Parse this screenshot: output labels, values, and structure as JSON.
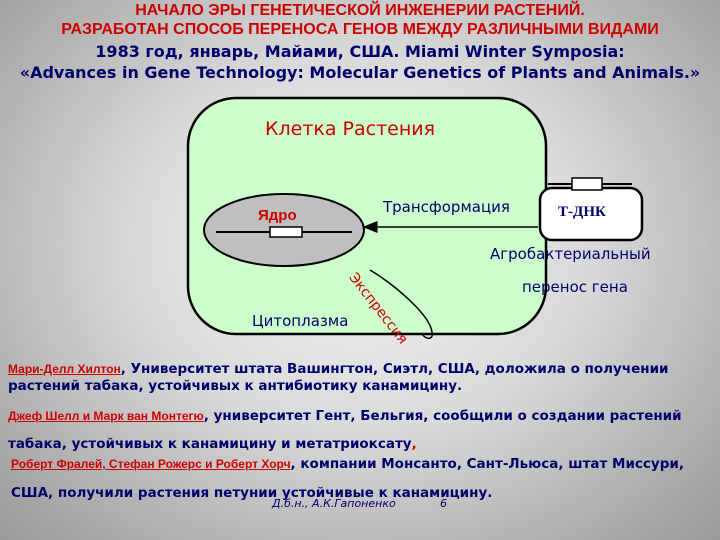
{
  "header": {
    "line1": "НАЧАЛО ЭРЫ ГЕНЕТИЧЕСКОЙ ИНЖЕНЕРИИ РАСТЕНИЙ.",
    "line2": "РАЗРАБОТАН СПОСОБ ПЕРЕНОСА ГЕНОВ МЕЖДУ РАЗЛИЧНЫМИ ВИДАМИ",
    "line3": "1983 год, январь, Майами, США. Miami Winter Symposia:",
    "line4": "«Advances in Gene Technology: Molecular Genetics of  Plants and Animals.»"
  },
  "diagram": {
    "cell_label": "Клетка Растения",
    "nucleus_label": "Ядро",
    "transformation_label": "Трансформация",
    "tdna_label": "Т-ДНК",
    "agro_line1": "Агробактериальный",
    "agro_line2": "перенос гена",
    "expression_label": "Экспрессия",
    "cytoplasm_label": "Цитоплазма",
    "colors": {
      "cell_fill": "#ccffcc",
      "nucleus_fill": "#bfbfbf",
      "text_red": "#cc0000",
      "text_navy": "#00006b"
    }
  },
  "facts": [
    {
      "names": "Мари-Делл Хилтон",
      "sep": ",",
      "text": " Университет штата Вашингтон, Сиэтл, США, доложила о получении растений табака, устойчивых к антибиотику  канамицину.",
      "tail": ""
    },
    {
      "names": "Джеф Шелл и Марк ван Монтегю",
      "sep": ",",
      "text": " университет Гент, Бельгия, сообщили о создании растений табака, устойчивых к канамицину и  метатриоксату",
      "tail": ","
    },
    {
      "names": "Роберт Фралей, Стефан Рожерс и Роберт Хорч",
      "sep": ",",
      "text": " компании Монсанто,  Сант-Льюса, штат Миссури, США, получили растения  петунии устойчивые к канамицину.",
      "tail": ""
    }
  ],
  "footer": {
    "author": "Д.б.н., А.К.Гапоненко",
    "page": "6"
  }
}
